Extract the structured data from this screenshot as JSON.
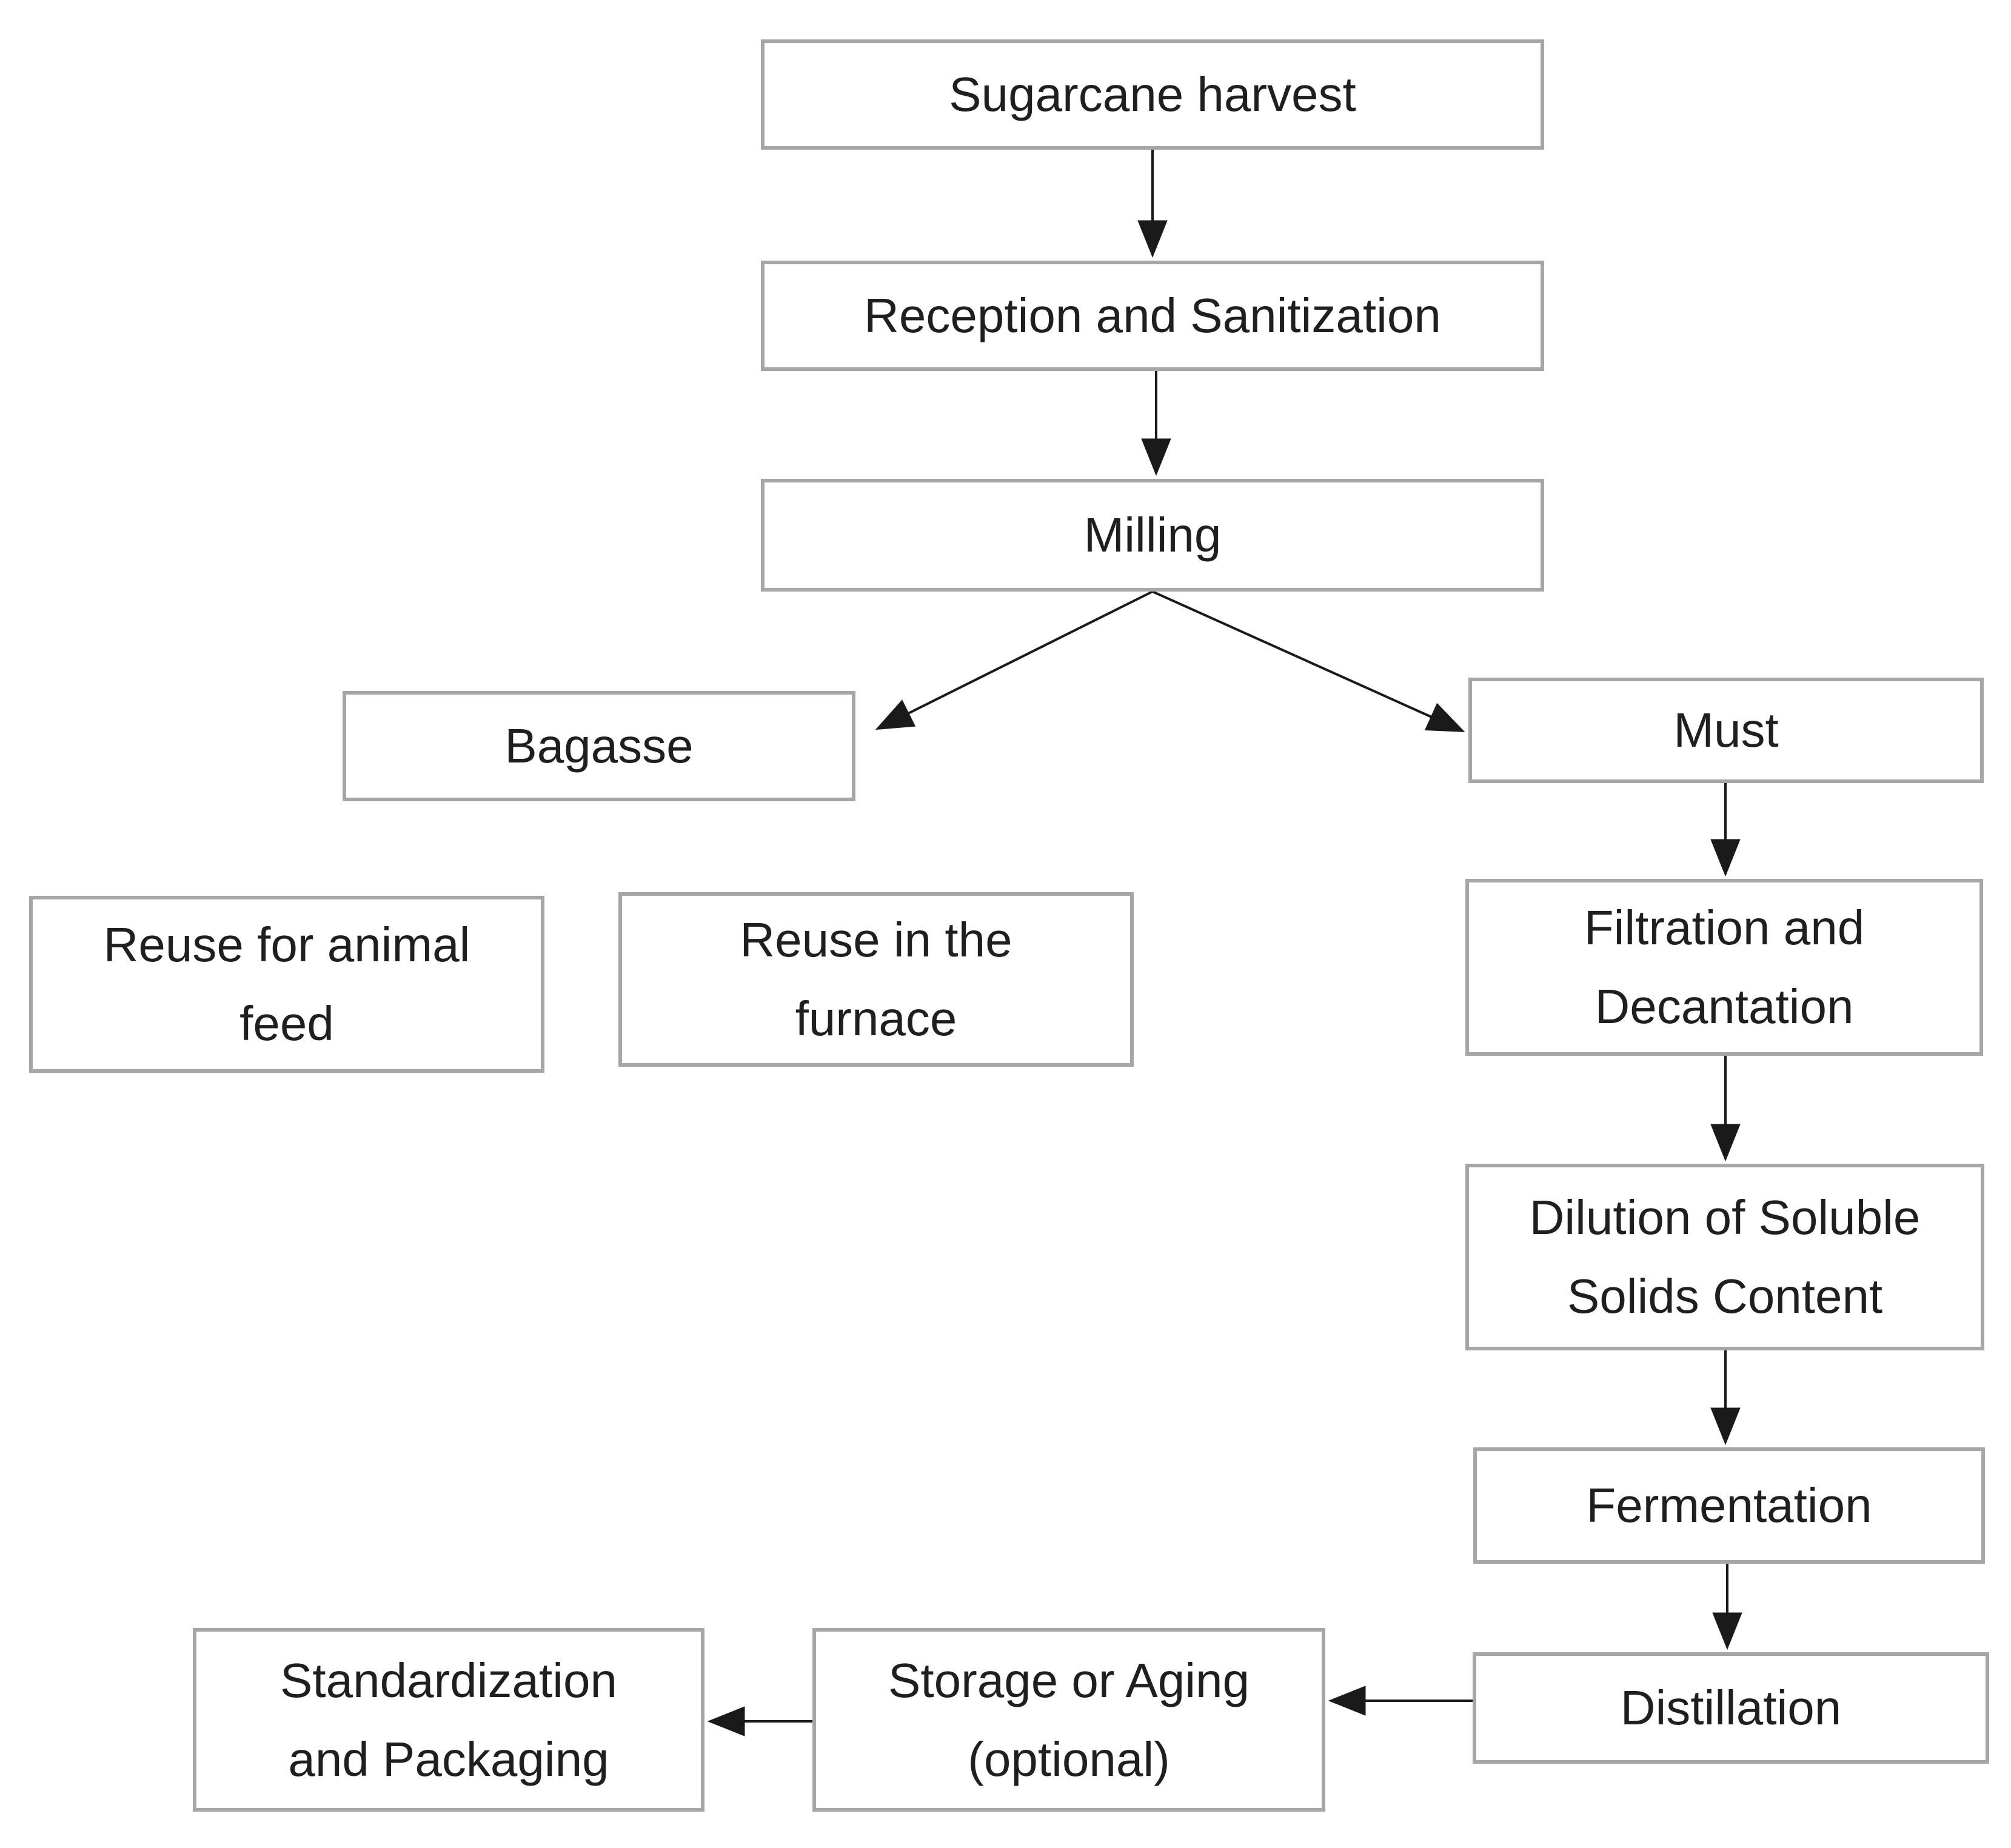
{
  "diagram": {
    "description": "Flowchart of sugarcane processing from harvest to packaging",
    "colors": {
      "background": "#ffffff",
      "box_fill": "#ffffff",
      "box_border": "#a6a6a6",
      "text": "#1f1f1f",
      "arrow": "#1a1a1a"
    },
    "nodes": [
      {
        "id": "sugarcane-harvest",
        "lines": [
          "Sugarcane harvest"
        ]
      },
      {
        "id": "reception-sanitization",
        "lines": [
          "Reception and Sanitization"
        ]
      },
      {
        "id": "milling",
        "lines": [
          "Milling"
        ]
      },
      {
        "id": "bagasse",
        "lines": [
          "Bagasse"
        ]
      },
      {
        "id": "must",
        "lines": [
          "Must"
        ]
      },
      {
        "id": "reuse-animal-feed",
        "lines": [
          "Reuse for animal",
          "feed"
        ]
      },
      {
        "id": "reuse-furnace",
        "lines": [
          "Reuse in the",
          "furnace"
        ]
      },
      {
        "id": "filtration-decantation",
        "lines": [
          "Filtration and",
          "Decantation"
        ]
      },
      {
        "id": "dilution-soluble-solids",
        "lines": [
          "Dilution of Soluble",
          "Solids Content"
        ]
      },
      {
        "id": "fermentation",
        "lines": [
          "Fermentation"
        ]
      },
      {
        "id": "distillation",
        "lines": [
          "Distillation"
        ]
      },
      {
        "id": "storage-aging",
        "lines": [
          "Storage or Aging",
          "(optional)"
        ]
      },
      {
        "id": "standardization-packaging",
        "lines": [
          "Standardization",
          "and Packaging"
        ]
      }
    ],
    "edges": [
      {
        "from": "sugarcane-harvest",
        "to": "reception-sanitization"
      },
      {
        "from": "reception-sanitization",
        "to": "milling"
      },
      {
        "from": "milling",
        "to": "bagasse"
      },
      {
        "from": "milling",
        "to": "must"
      },
      {
        "from": "must",
        "to": "filtration-decantation"
      },
      {
        "from": "filtration-decantation",
        "to": "dilution-soluble-solids"
      },
      {
        "from": "dilution-soluble-solids",
        "to": "fermentation"
      },
      {
        "from": "fermentation",
        "to": "distillation"
      },
      {
        "from": "distillation",
        "to": "storage-aging"
      },
      {
        "from": "storage-aging",
        "to": "standardization-packaging"
      }
    ]
  }
}
